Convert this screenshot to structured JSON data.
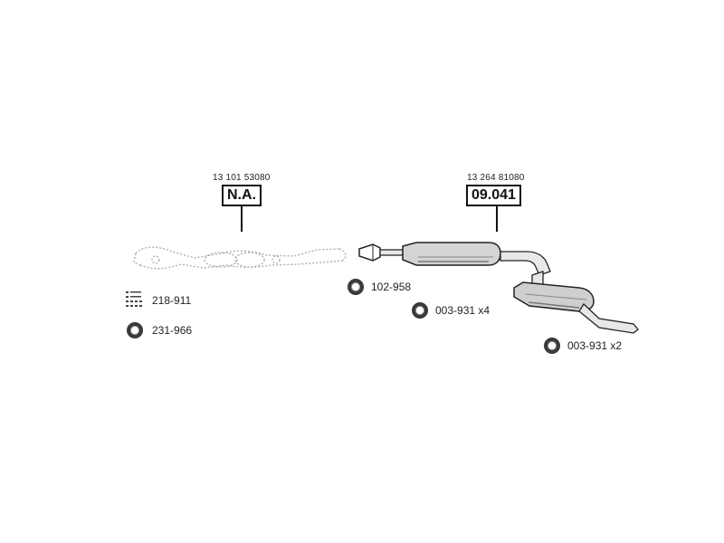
{
  "diagram": {
    "assemblies": [
      {
        "oe_number": "13 101 53080",
        "part_code": "N.A."
      },
      {
        "oe_number": "13 264 81080",
        "part_code": "09.041"
      }
    ],
    "callouts": [
      {
        "code": "218-911",
        "icon": "clamp-kit-icon"
      },
      {
        "code": "231-966",
        "icon": "gasket-ring-icon"
      },
      {
        "code": "102-958",
        "icon": "gasket-ring-icon"
      },
      {
        "code": "003-931 x4",
        "icon": "rubber-mount-ring-icon"
      },
      {
        "code": "003-931 x2",
        "icon": "rubber-mount-ring-icon"
      }
    ]
  }
}
